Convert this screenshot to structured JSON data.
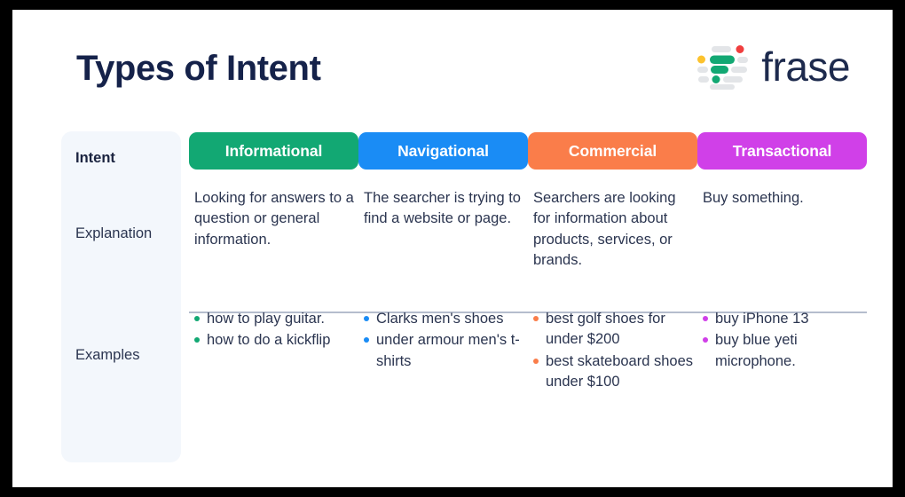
{
  "page": {
    "title": "Types of Intent",
    "background": "#ffffff",
    "border_color": "#000000"
  },
  "brand": {
    "name": "frase",
    "mark_name": "frase-logo-mark",
    "wordmark_color": "#1d2a4d",
    "mark_colors": {
      "gray": "#e3e5e8",
      "green": "#12a873",
      "yellow": "#fcc22d",
      "red": "#f03e3e"
    }
  },
  "rail": {
    "background": "#f3f7fc",
    "rows": [
      {
        "label": "Intent",
        "bold": true
      },
      {
        "label": "Explanation",
        "bold": false
      },
      {
        "label": "Examples",
        "bold": false
      }
    ]
  },
  "divider": {
    "color": "#b5bdcd"
  },
  "columns": [
    {
      "label": "Informational",
      "color": "#12a873",
      "explanation": "Looking for answers to a question or general information.",
      "examples": [
        "how to play guitar.",
        "how to do a kickflip"
      ]
    },
    {
      "label": "Navigational",
      "color": "#1a8cf5",
      "explanation": "The searcher is trying to find a website or page.",
      "examples": [
        "Clarks men's shoes",
        "under armour men's t-shirts"
      ]
    },
    {
      "label": "Commercial",
      "color": "#fa7d4a",
      "explanation": "Searchers are looking for information about products, services, or brands.",
      "examples": [
        "best golf shoes for under $200",
        "best skateboard shoes under $100"
      ]
    },
    {
      "label": "Transactional",
      "color": "#d040e8",
      "explanation": "Buy something.",
      "examples": [
        "buy iPhone 13",
        "buy blue yeti microphone."
      ]
    }
  ]
}
